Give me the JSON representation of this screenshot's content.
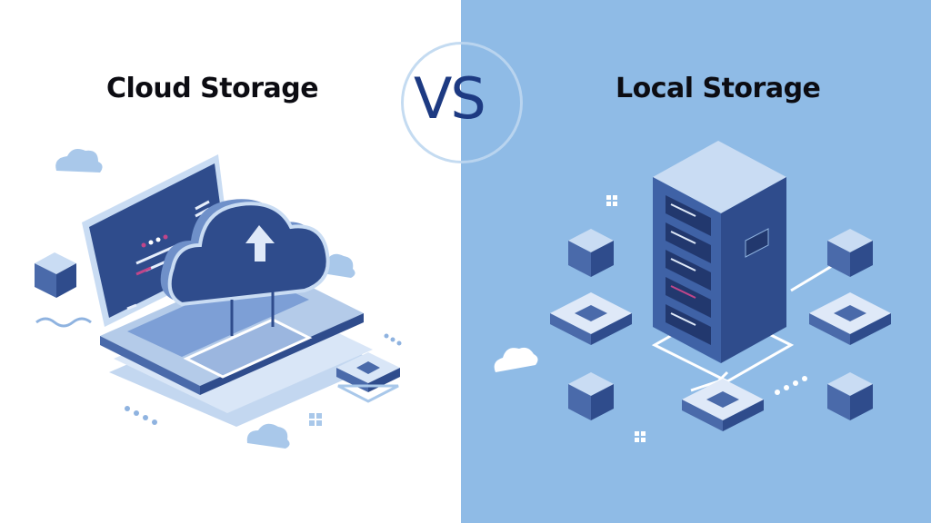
{
  "left_panel": {
    "heading": "Cloud Storage",
    "background": "#ffffff",
    "illustration": "laptop-with-cloud-upload-icon"
  },
  "divider": {
    "label": "VS",
    "text_color": "#1d3a82"
  },
  "right_panel": {
    "heading": "Local Storage",
    "background": "#8fbbe6",
    "illustration": "server-rack-network-icon"
  },
  "colors": {
    "navy": "#2f4c8c",
    "mid_blue": "#5a7fc0",
    "light_blue": "#c9dcf3",
    "accent_pink": "#c0468a"
  }
}
